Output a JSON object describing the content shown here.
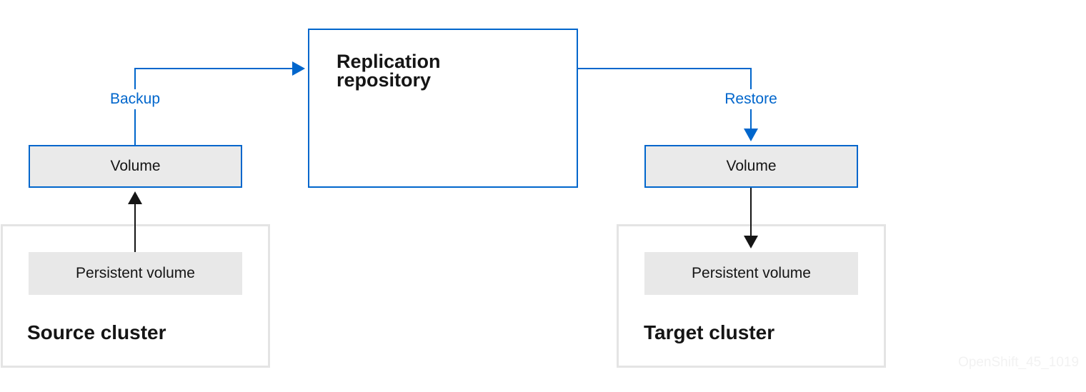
{
  "repository": {
    "title": "Replication\nrepository"
  },
  "source": {
    "cluster_label": "Source cluster",
    "volume_label": "Volume",
    "pv_label": "Persistent volume"
  },
  "target": {
    "cluster_label": "Target cluster",
    "volume_label": "Volume",
    "pv_label": "Persistent volume"
  },
  "flows": {
    "backup_label": "Backup",
    "restore_label": "Restore"
  },
  "watermark": "OpenShift_45_1019",
  "colors": {
    "accent_blue": "#0066cc",
    "text_dark": "#151515",
    "box_gray": "#eaeaea",
    "cluster_border": "#e4e4e4",
    "arrow_black": "#151515"
  }
}
